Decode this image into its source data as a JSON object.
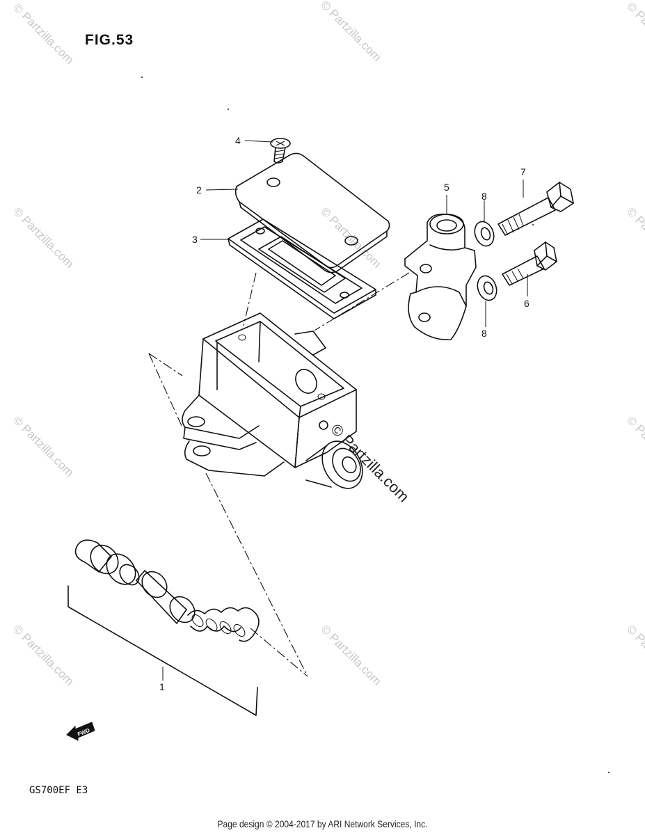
{
  "figure": {
    "title": "FIG.53",
    "model": "GS700EF  E3"
  },
  "footer": {
    "text": "Page design © 2004-2017 by ARI Network Services, Inc."
  },
  "fwd_label": "FWD",
  "watermark": {
    "text": "© Partzilla.com"
  },
  "callouts": [
    {
      "id": "1",
      "label": "1"
    },
    {
      "id": "2",
      "label": "2"
    },
    {
      "id": "3",
      "label": "3"
    },
    {
      "id": "4",
      "label": "4"
    },
    {
      "id": "5",
      "label": "5"
    },
    {
      "id": "6",
      "label": "6"
    },
    {
      "id": "7",
      "label": "7"
    },
    {
      "id": "8a",
      "label": "8"
    },
    {
      "id": "8b",
      "label": "8"
    }
  ]
}
